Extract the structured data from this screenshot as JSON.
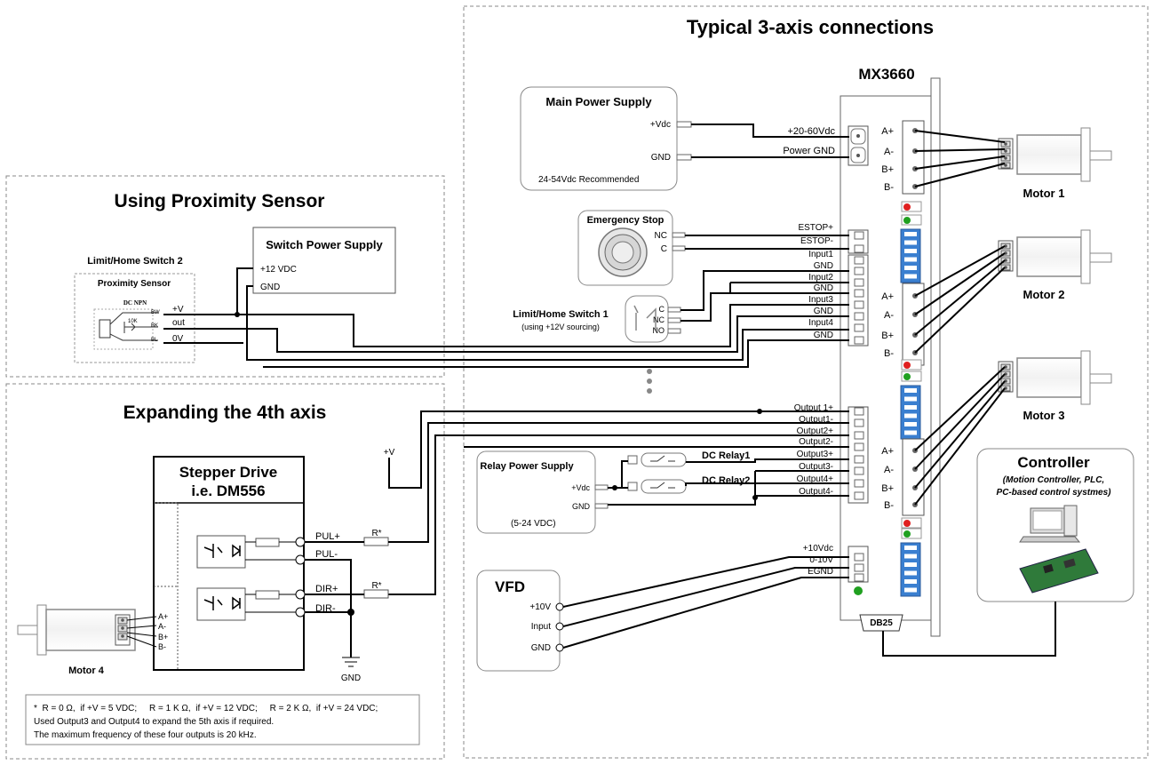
{
  "sections": {
    "typical": "Typical 3-axis connections",
    "proximity": "Using Proximity Sensor",
    "expand": "Expanding the 4th axis"
  },
  "mx3660": {
    "title": "MX3660",
    "power_pins": [
      "+20-60Vdc",
      "Power GND"
    ],
    "estop_pins": [
      "ESTOP+",
      "ESTOP-"
    ],
    "input_pins": [
      "Input1",
      "GND",
      "Input2",
      "GND",
      "Input3",
      "GND",
      "Input4",
      "GND"
    ],
    "output_pins": [
      "Output 1+",
      "Output1-",
      "Output2+",
      "Output2-",
      "Output3+",
      "Output3-",
      "Output4+",
      "Output4-"
    ],
    "analog_pins": [
      "+10Vdc",
      "0-10V",
      "EGND"
    ],
    "db25": "DB25",
    "motor_pins": [
      "A+",
      "A-",
      "B+",
      "B-"
    ]
  },
  "main_power": {
    "title": "Main Power Supply",
    "vdc": "+Vdc",
    "gnd": "GND",
    "note": "24-54Vdc Recommended"
  },
  "estop": {
    "title": "Emergency Stop",
    "nc": "NC",
    "c": "C"
  },
  "limit1": {
    "title": "Limit/Home Switch 1",
    "note": "(using +12V sourcing)",
    "c": "C",
    "nc": "NC",
    "no": "NO"
  },
  "motors": [
    "Motor 1",
    "Motor 2",
    "Motor 3"
  ],
  "controller": {
    "title": "Controller",
    "sub1": "(Motion Controller, PLC,",
    "sub2": "PC-based control systmes)"
  },
  "relay_ps": {
    "title": "Relay Power Supply",
    "vdc": "+Vdc",
    "gnd": "GND",
    "note": "(5-24 VDC)"
  },
  "relays": [
    "DC Relay1",
    "DC Relay2"
  ],
  "vfd": {
    "title": "VFD",
    "pins": [
      "+10V",
      "Input",
      "GND"
    ]
  },
  "switch_ps": {
    "title": "Switch Power Supply",
    "v12": "+12 VDC",
    "gnd": "GND"
  },
  "limit2": {
    "title": "Limit/Home Switch 2",
    "sensor": "Proximity Sensor",
    "type": "DC NPN",
    "wires": [
      "BW",
      "BK",
      "BL"
    ],
    "signals": [
      "+V",
      "out",
      "0V"
    ],
    "res": "10K"
  },
  "stepper": {
    "title1": "Stepper Drive",
    "title2": "i.e. DM556",
    "pins": [
      "PUL+",
      "PUL-",
      "DIR+",
      "DIR-"
    ],
    "resistor": "R*",
    "vplus": "+V",
    "gnd": "GND",
    "motor_pins": [
      "A+",
      "A-",
      "B+",
      "B-"
    ],
    "motor": "Motor 4"
  },
  "footnote": [
    "*  R = 0 Ω,  if +V = 5 VDC;     R = 1 K Ω,  if +V = 12 VDC;     R = 2 K Ω,  if +V = 24 VDC;",
    "Used Output3 and Output4 to expand the 5th axis if required.",
    "The maximum frequency of these four outputs is 20 kHz."
  ],
  "colors": {
    "line": "#000000",
    "border": "#888888",
    "led_red": "#e02020",
    "led_green": "#20a020",
    "dip": "#3a7fd0"
  }
}
